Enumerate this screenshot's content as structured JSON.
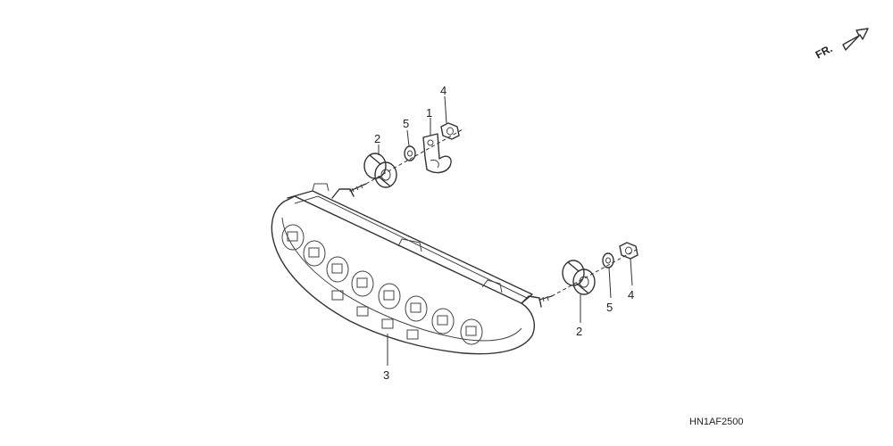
{
  "diagram_code": "HN1AF2500",
  "direction_label": "FR.",
  "callouts": [
    {
      "label": "1",
      "part": "bracket"
    },
    {
      "label": "2",
      "part": "grommet-left"
    },
    {
      "label": "2",
      "part": "grommet-right"
    },
    {
      "label": "3",
      "part": "taillight-assembly"
    },
    {
      "label": "4",
      "part": "nut-left"
    },
    {
      "label": "4",
      "part": "nut-right"
    },
    {
      "label": "5",
      "part": "washer-left"
    },
    {
      "label": "5",
      "part": "washer-right"
    }
  ]
}
